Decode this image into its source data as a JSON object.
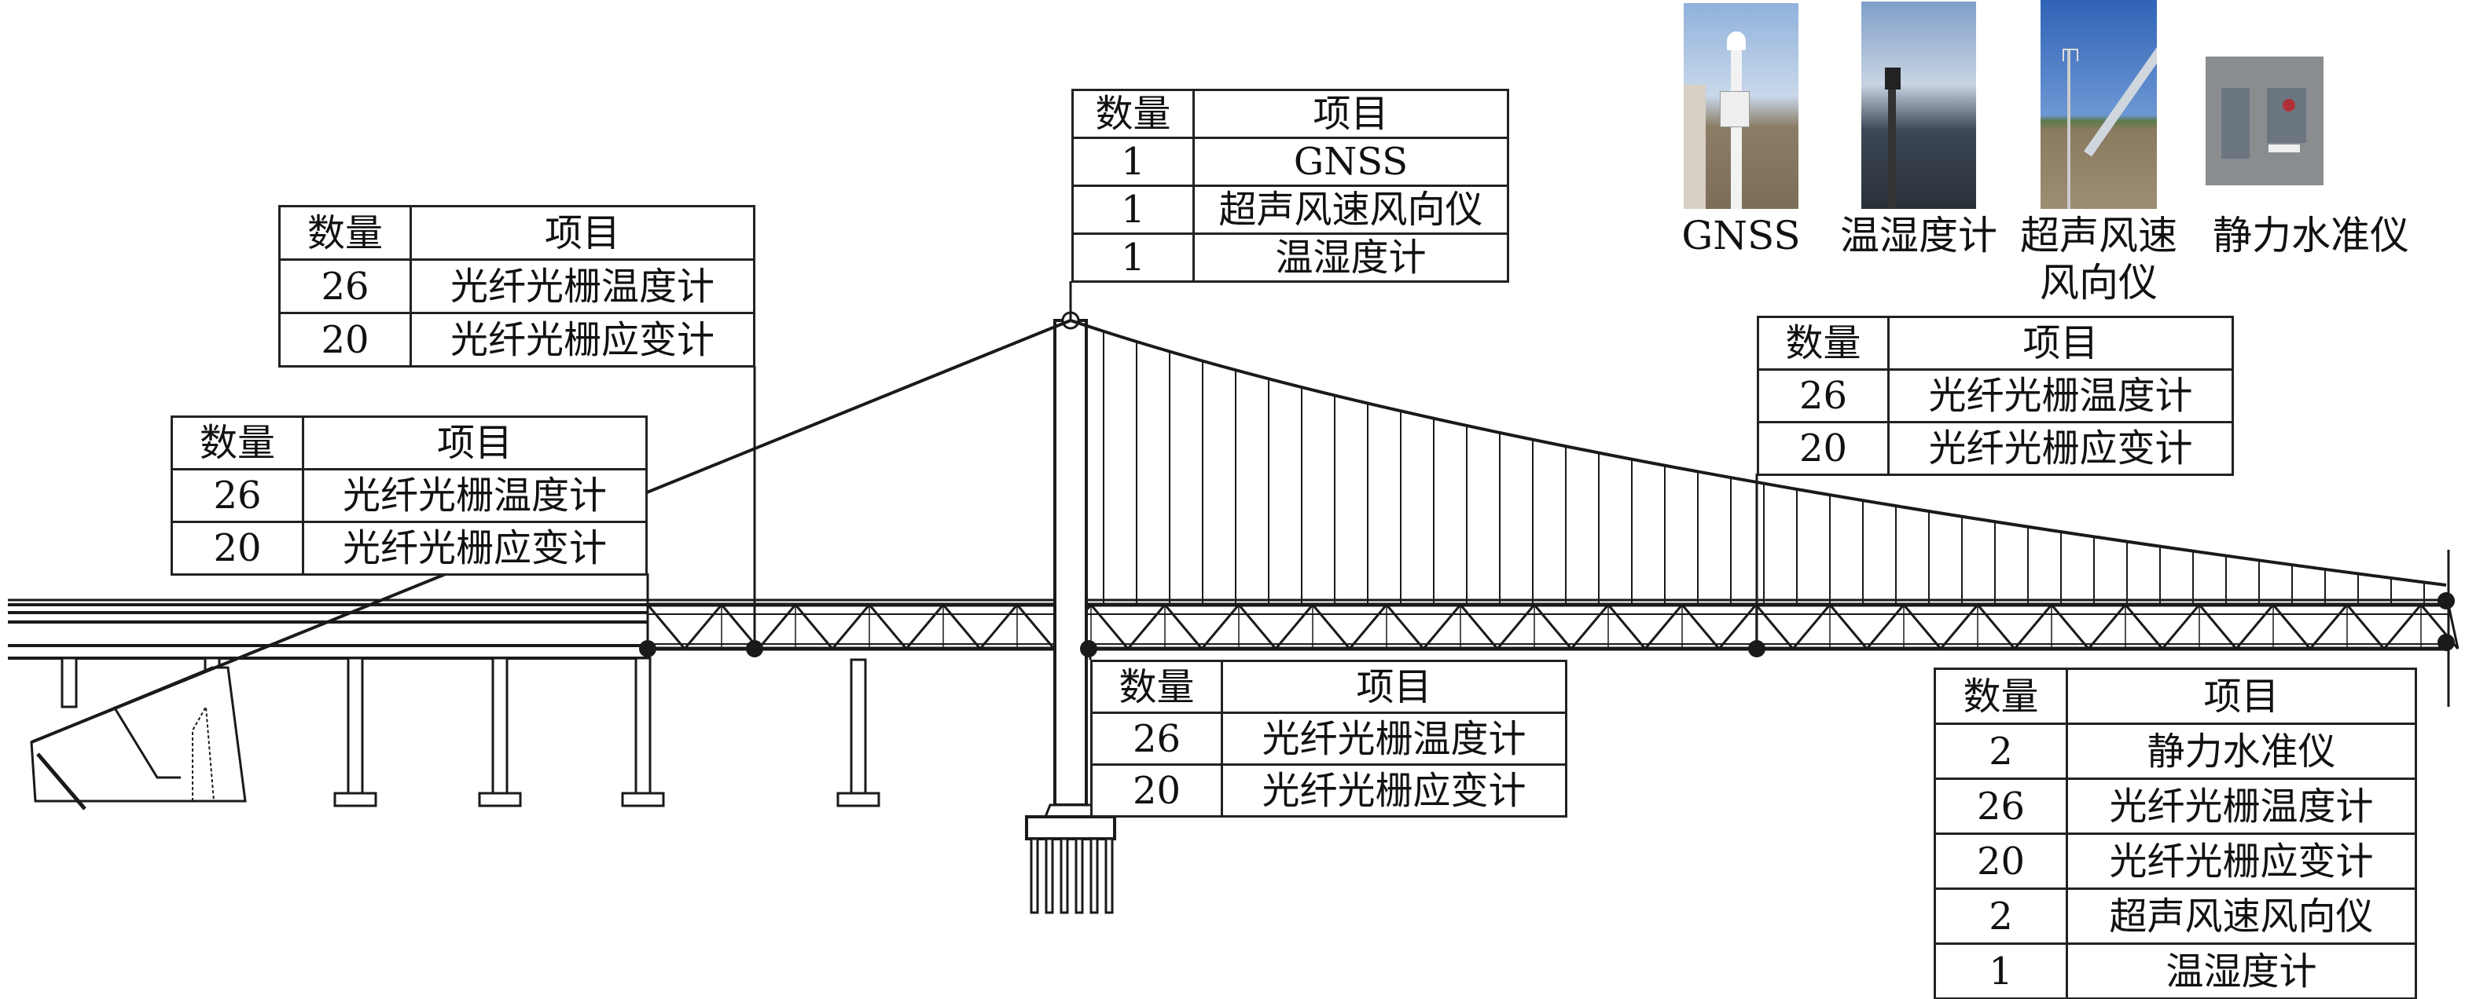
{
  "tables": [
    {
      "id": "deck-left-truss",
      "header": [
        "数量",
        "项目"
      ],
      "rows": [
        [
          "26",
          "光纤光栅温度计"
        ],
        [
          "20",
          "光纤光栅应变计"
        ]
      ]
    },
    {
      "id": "approach-end",
      "header": [
        "数量",
        "项目"
      ],
      "rows": [
        [
          "26",
          "光纤光栅温度计"
        ],
        [
          "20",
          "光纤光栅应变计"
        ]
      ]
    },
    {
      "id": "tower-top",
      "header": [
        "数量",
        "项目"
      ],
      "rows": [
        [
          "1",
          "GNSS"
        ],
        [
          "1",
          "超声风速风向仪"
        ],
        [
          "1",
          "温湿度计"
        ]
      ]
    },
    {
      "id": "mid-span",
      "header": [
        "数量",
        "项目"
      ],
      "rows": [
        [
          "26",
          "光纤光栅温度计"
        ],
        [
          "20",
          "光纤光栅应变计"
        ]
      ]
    },
    {
      "id": "tower-base",
      "header": [
        "数量",
        "项目"
      ],
      "rows": [
        [
          "26",
          "光纤光栅温度计"
        ],
        [
          "20",
          "光纤光栅应变计"
        ]
      ]
    },
    {
      "id": "right-end",
      "header": [
        "数量",
        "项目"
      ],
      "rows": [
        [
          "2",
          "静力水准仪"
        ],
        [
          "26",
          "光纤光栅温度计"
        ],
        [
          "20",
          "光纤光栅应变计"
        ],
        [
          "2",
          "超声风速风向仪"
        ],
        [
          "1",
          "温湿度计"
        ]
      ]
    }
  ],
  "photos": [
    {
      "label": "GNSS"
    },
    {
      "label": "温湿度计"
    },
    {
      "label": "超声风速\n风向仪",
      "line1": "超声风速",
      "line2": "风向仪"
    },
    {
      "label": "静力水准仪"
    }
  ],
  "colors": {
    "line": "#1a1a1a",
    "sky": "#7aa3d6",
    "water": "#8a7a62",
    "deck": "#9a9a9a"
  }
}
